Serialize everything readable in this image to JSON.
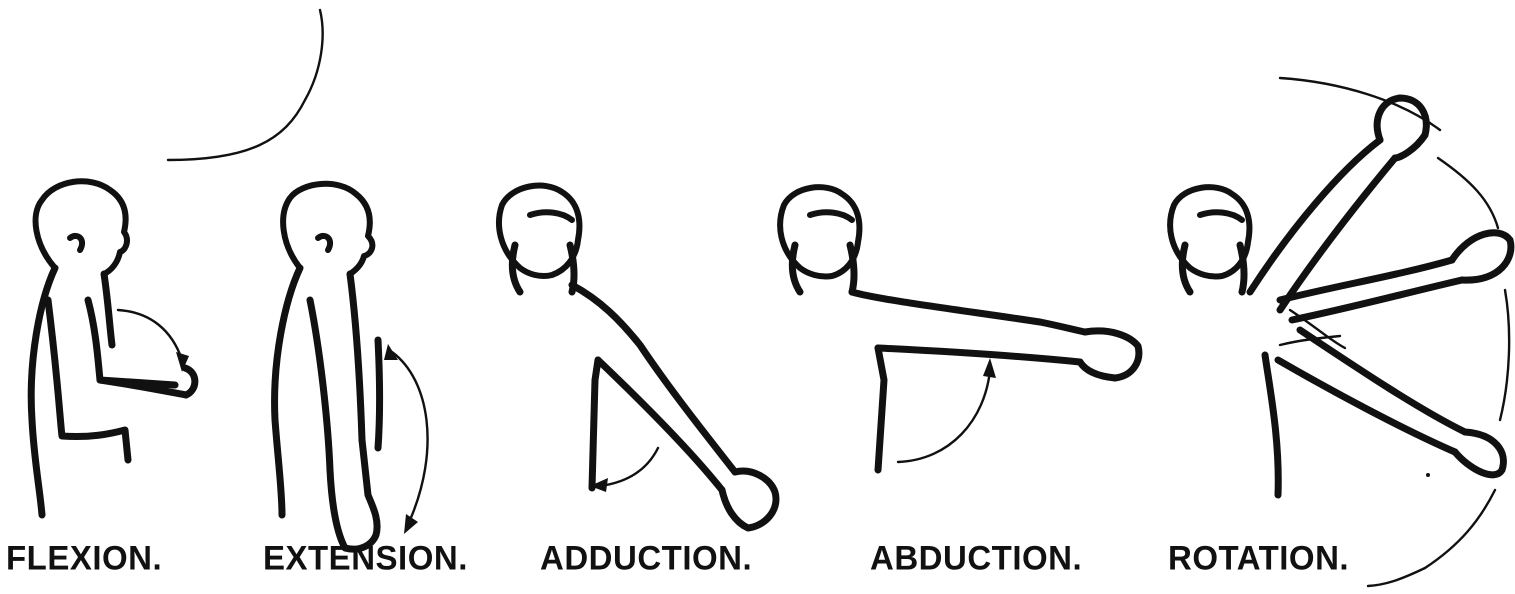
{
  "labels": {
    "flexion": "FLEXION.",
    "extension": "EXTENSION.",
    "adduction": "ADDUCTION.",
    "abduction": "ABDUCTION.",
    "rotation": "ROTATION."
  },
  "colors": {
    "ink": "#111111",
    "background": "#ffffff"
  }
}
